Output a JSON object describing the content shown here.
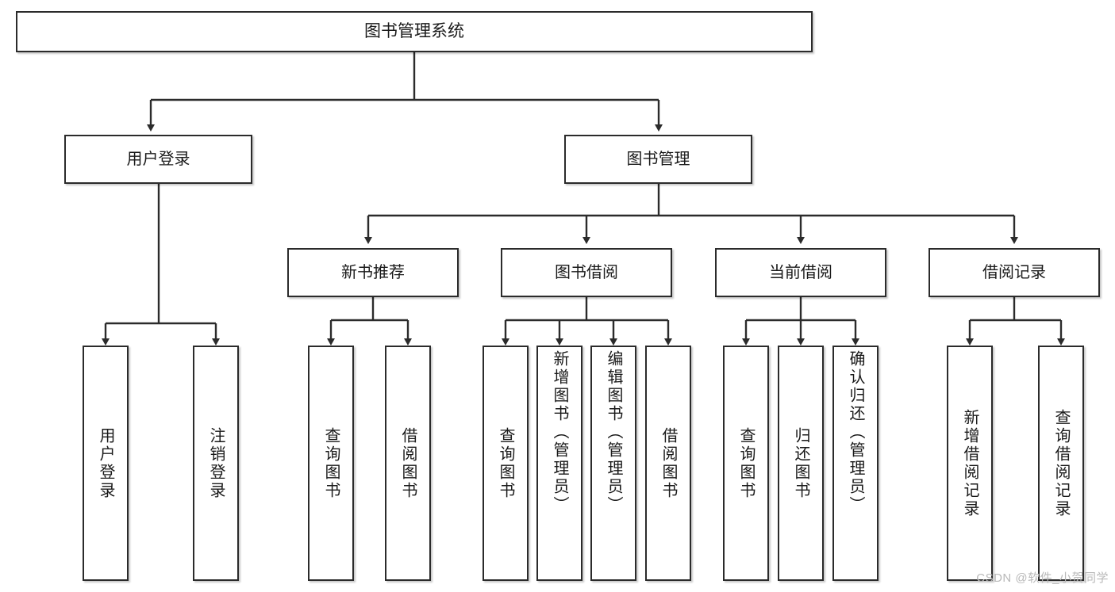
{
  "diagram": {
    "title": "图书管理系统",
    "type": "tree",
    "root": {
      "label": "图书管理系统"
    },
    "level1": [
      {
        "label": "用户登录"
      },
      {
        "label": "图书管理"
      }
    ],
    "level2": [
      {
        "label": "新书推荐"
      },
      {
        "label": "图书借阅"
      },
      {
        "label": "当前借阅"
      },
      {
        "label": "借阅记录"
      }
    ],
    "leaves": {
      "user_login": [
        {
          "label": "用户登录"
        },
        {
          "label": "注销登录"
        }
      ],
      "new_book_recommend": [
        {
          "label": "查询图书"
        },
        {
          "label": "借阅图书"
        }
      ],
      "book_borrow": [
        {
          "label": "查询图书"
        },
        {
          "label": "新增图书（管理员）"
        },
        {
          "label": "编辑图书（管理员）"
        },
        {
          "label": "借阅图书"
        }
      ],
      "current_borrow": [
        {
          "label": "查询图书"
        },
        {
          "label": "归还图书"
        },
        {
          "label": "确认归还（管理员）"
        }
      ],
      "borrow_record": [
        {
          "label": "新增借阅记录"
        },
        {
          "label": "查询借阅记录"
        }
      ]
    }
  },
  "watermark": {
    "text": "CSDN @软件_小贺同学"
  },
  "colors": {
    "box_border": "#2b2b2b",
    "box_fill": "#ffffff",
    "connector": "#2b2b2b",
    "text": "#1a1a1a",
    "watermark": "#b9b9b9",
    "background": "#ffffff"
  }
}
